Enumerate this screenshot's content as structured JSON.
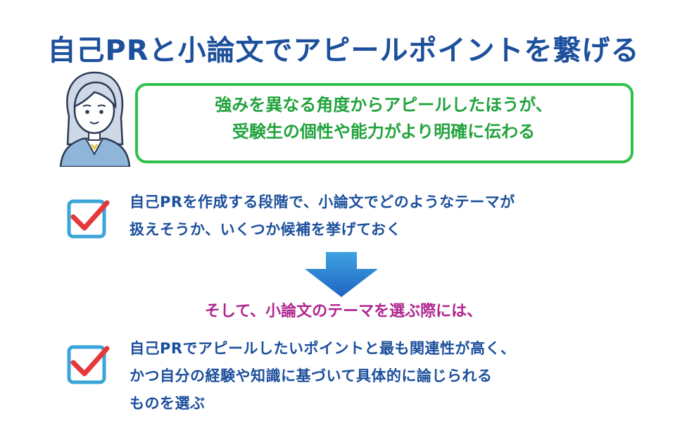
{
  "title": "自己PRと小論文でアピールポイントを繋げる",
  "bubble": {
    "line1": "強みを異なる角度からアピールしたほうが、",
    "line2": "受験生の個性や能力がより明確に伝わる"
  },
  "check1": {
    "line1": "自己PRを作成する段階で、小論文でどのようなテーマが",
    "line2": "扱えそうか、いくつか候補を挙げておく"
  },
  "middle_text": "そして、小論文のテーマを選ぶ際には、",
  "check2": {
    "line1": "自己PRでアピールしたいポイントと最も関連性が高く、",
    "line2": "かつ自分の経験や知識に基づいて具体的に論じられる",
    "line3": "ものを選ぶ"
  },
  "colors": {
    "title": "#1c4f9c",
    "bubble_border": "#2ec14c",
    "bubble_text": "#22a33d",
    "middle_text": "#b0268f",
    "checkbox_border": "#3ba4d9",
    "checkmark": "#e5383b",
    "arrow": "#2a7fd4"
  },
  "icons": [
    "woman-avatar-icon",
    "checkbox-checked-icon",
    "down-arrow-icon"
  ]
}
